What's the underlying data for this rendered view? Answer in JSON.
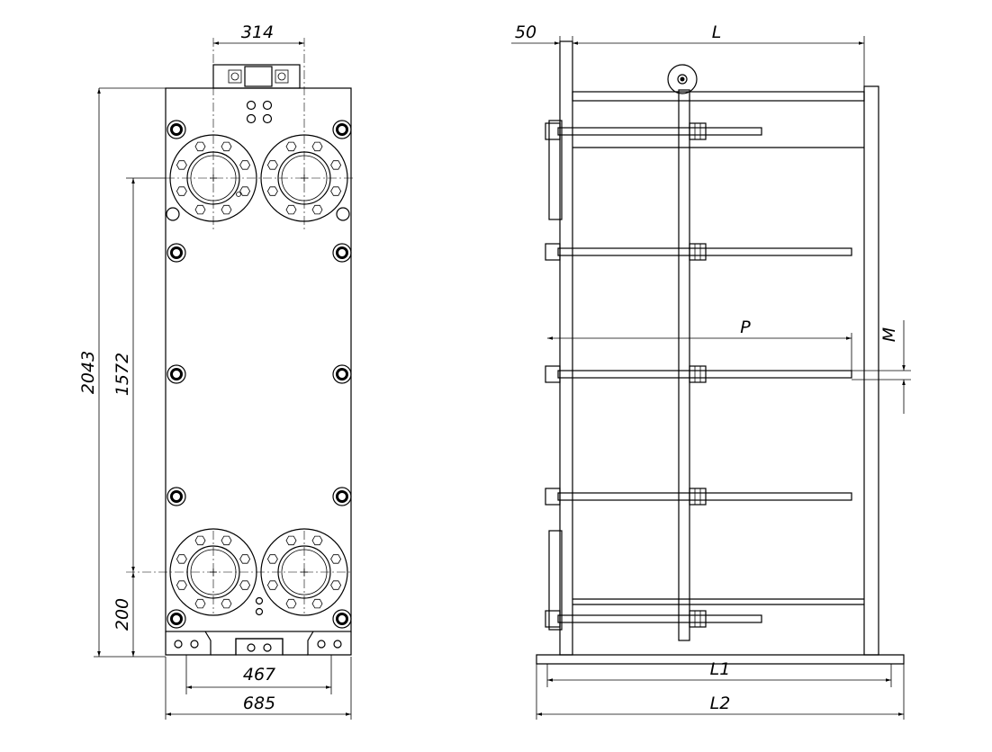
{
  "front_view": {
    "dim_top_width": "314",
    "dim_total_height": "2043",
    "dim_port_spacing": "1572",
    "dim_bottom_offset": "200",
    "dim_foot_spacing": "467",
    "dim_frame_width": "685"
  },
  "side_view": {
    "dim_fixed_plate": "50",
    "dim_length": "L",
    "dim_pack": "P",
    "dim_thread": "M",
    "dim_base_inner": "L1",
    "dim_base_total": "L2"
  }
}
